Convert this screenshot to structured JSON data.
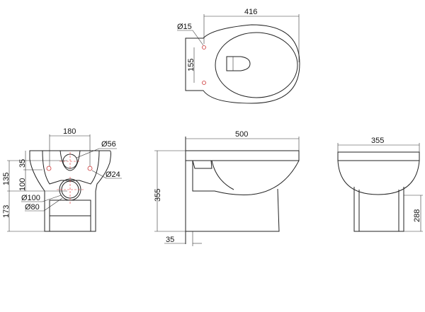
{
  "top_view": {
    "width": "416",
    "hole_diameter": "Ø15",
    "hole_spacing": "155"
  },
  "front_view": {
    "top_width": "180",
    "outlet_top": "Ø56",
    "fixing_holes": "Ø24",
    "inlet_outer": "Ø100",
    "inlet_inner": "Ø80",
    "height_upper": "135",
    "offset_top": "35",
    "offset_mid": "100",
    "height_lower": "173"
  },
  "side_view": {
    "depth": "500",
    "height": "355",
    "wall_gap": "35"
  },
  "end_view": {
    "width": "355",
    "pedestal_height": "288"
  },
  "colors": {
    "line": "#222222",
    "centerline": "#e03030"
  }
}
